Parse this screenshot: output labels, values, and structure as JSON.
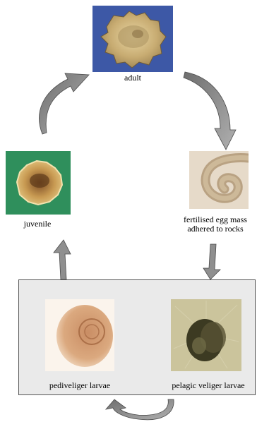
{
  "stages": {
    "adult": {
      "label": "adult",
      "icon": "adult-abalone-photo"
    },
    "egg_mass": {
      "label_line1": "fertilised egg mass",
      "label_line2": "adhered to rocks",
      "icon": "egg-mass-photo"
    },
    "juvenile": {
      "label": "juvenile",
      "icon": "juvenile-abalone-photo"
    },
    "pediveliger": {
      "label": "pediveliger larvae",
      "icon": "pediveliger-larva-photo"
    },
    "pelagic": {
      "label": "pelagic veliger larvae",
      "icon": "pelagic-veliger-larva-photo"
    }
  },
  "colors": {
    "adult_bg": "#3a57a8",
    "juvenile_bg": "#2e8a58",
    "egg_bg": "#e8dccb",
    "pediveliger_bg": "#d9a27b",
    "pelagic_bg": "#c9c29a",
    "arrow_fill": "#8f8f8f",
    "box_bg": "#eaeaea"
  }
}
